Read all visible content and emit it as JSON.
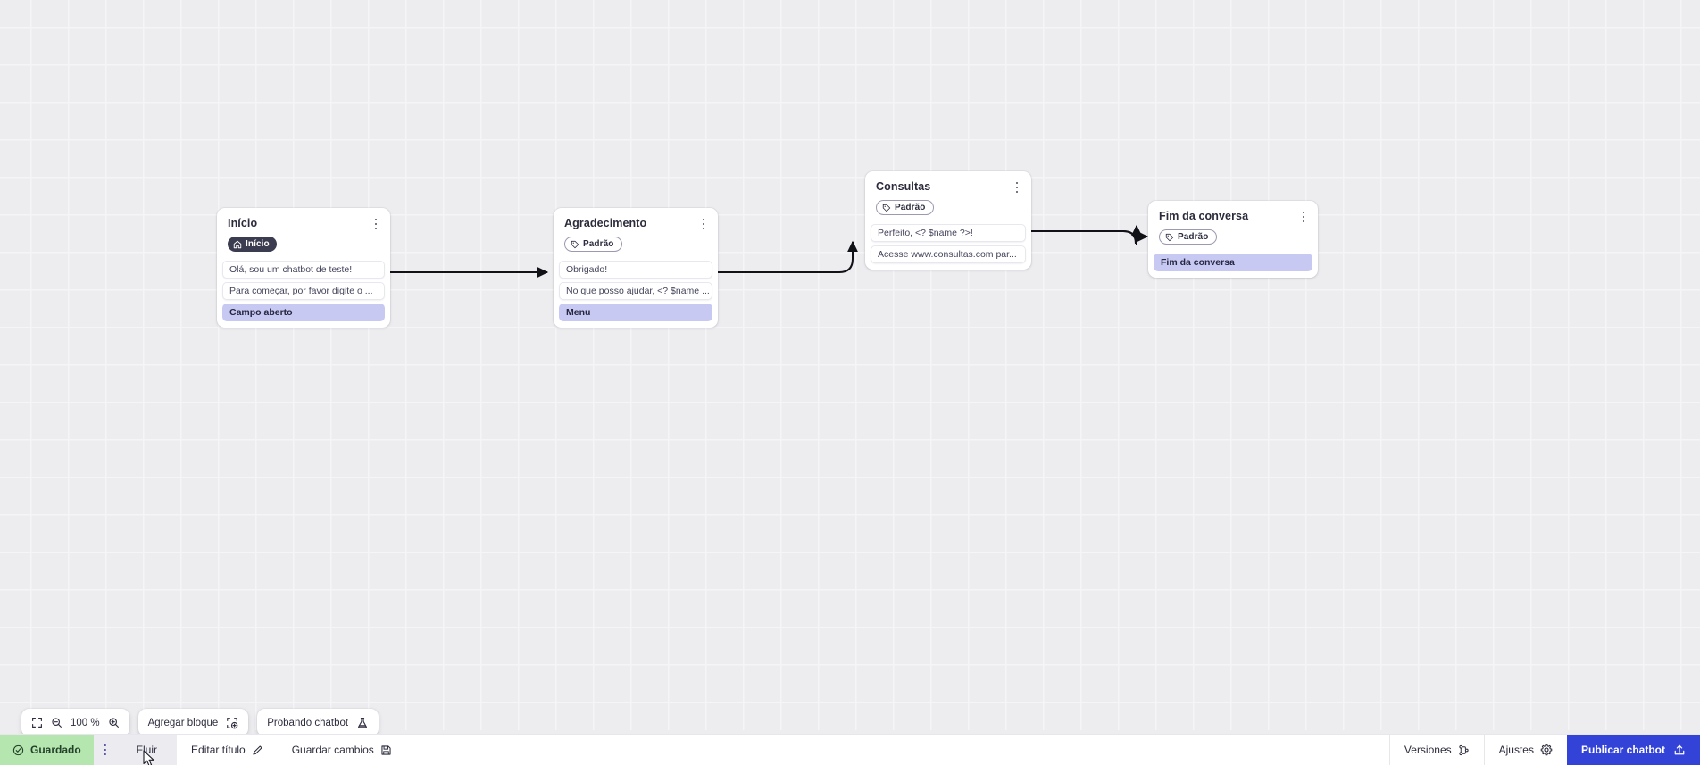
{
  "app": {
    "canvas_background": "#ededf0",
    "grid_line_color": "#f5f5f7",
    "accent_color": "#3343d8",
    "node_accent_row_color": "#c7c9f2"
  },
  "flow": {
    "nodes": [
      {
        "id": "inicio",
        "title": "Início",
        "badge": {
          "label": "Início",
          "style": "dark",
          "icon": "home-icon"
        },
        "fields": [
          {
            "text": "Olá, sou um chatbot de teste!",
            "accent": false
          },
          {
            "text": "Para começar, por favor digite o ...",
            "accent": false
          },
          {
            "text": "Campo aberto",
            "accent": true
          }
        ]
      },
      {
        "id": "agradecimento",
        "title": "Agradecimento",
        "badge": {
          "label": "Padrão",
          "style": "outline",
          "icon": "tag-icon"
        },
        "fields": [
          {
            "text": "Obrigado!",
            "accent": false
          },
          {
            "text": "No que posso ajudar, <? $name ...",
            "accent": false
          },
          {
            "text": "Menu",
            "accent": true
          }
        ]
      },
      {
        "id": "consultas",
        "title": "Consultas",
        "badge": {
          "label": "Padrão",
          "style": "outline",
          "icon": "tag-icon"
        },
        "fields": [
          {
            "text": "Perfeito, <? $name ?>!",
            "accent": false
          },
          {
            "text": "Acesse www.consultas.com par...",
            "accent": false
          }
        ]
      },
      {
        "id": "fim",
        "title": "Fim da conversa",
        "badge": {
          "label": "Padrão",
          "style": "outline",
          "icon": "tag-icon"
        },
        "fields": [
          {
            "text": "Fim da conversa",
            "accent": true
          }
        ]
      }
    ]
  },
  "toolbar": {
    "fit_icon": "fit-screen-icon",
    "zoom_out_icon": "zoom-out-icon",
    "zoom_level": "100 %",
    "zoom_in_icon": "zoom-in-icon",
    "add_block_label": "Agregar bloque",
    "add_block_icon": "add-block-icon",
    "test_chatbot_label": "Probando chatbot",
    "test_chatbot_icon": "flask-icon"
  },
  "statusbar": {
    "saved_label": "Guardado",
    "saved_icon": "check-circle-icon",
    "menu_icon": "kebab-icon",
    "flow_label": "Fluir",
    "edit_title_label": "Editar título",
    "edit_title_icon": "pencil-icon",
    "save_changes_label": "Guardar cambios",
    "save_changes_icon": "save-icon",
    "versions_label": "Versiones",
    "versions_icon": "branch-icon",
    "settings_label": "Ajustes",
    "settings_icon": "gear-icon",
    "publish_label": "Publicar chatbot",
    "publish_icon": "upload-icon"
  },
  "scrollbar": {
    "orientation": "horizontal"
  }
}
